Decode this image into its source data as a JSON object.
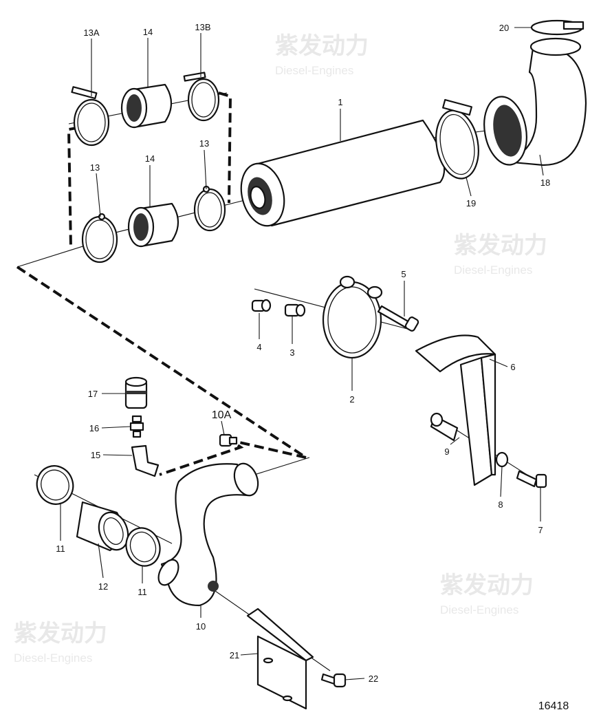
{
  "diagram_number": "16418",
  "watermark": {
    "cn": "紫发动力",
    "en": "Diesel-Engines"
  },
  "labels": {
    "l13a": "13A",
    "l14a": "14",
    "l13b": "13B",
    "l1": "1",
    "l20": "20",
    "l18": "18",
    "l19": "19",
    "l13c": "13",
    "l14b": "14",
    "l13d": "13",
    "l5": "5",
    "l4": "4",
    "l3": "3",
    "l2": "2",
    "l6": "6",
    "l17": "17",
    "l16": "16",
    "l10a": "10A",
    "l15": "15",
    "l9": "9",
    "l8": "8",
    "l7": "7",
    "l11a": "11",
    "l12": "12",
    "l11b": "11",
    "l10": "10",
    "l21": "21",
    "l22": "22"
  }
}
